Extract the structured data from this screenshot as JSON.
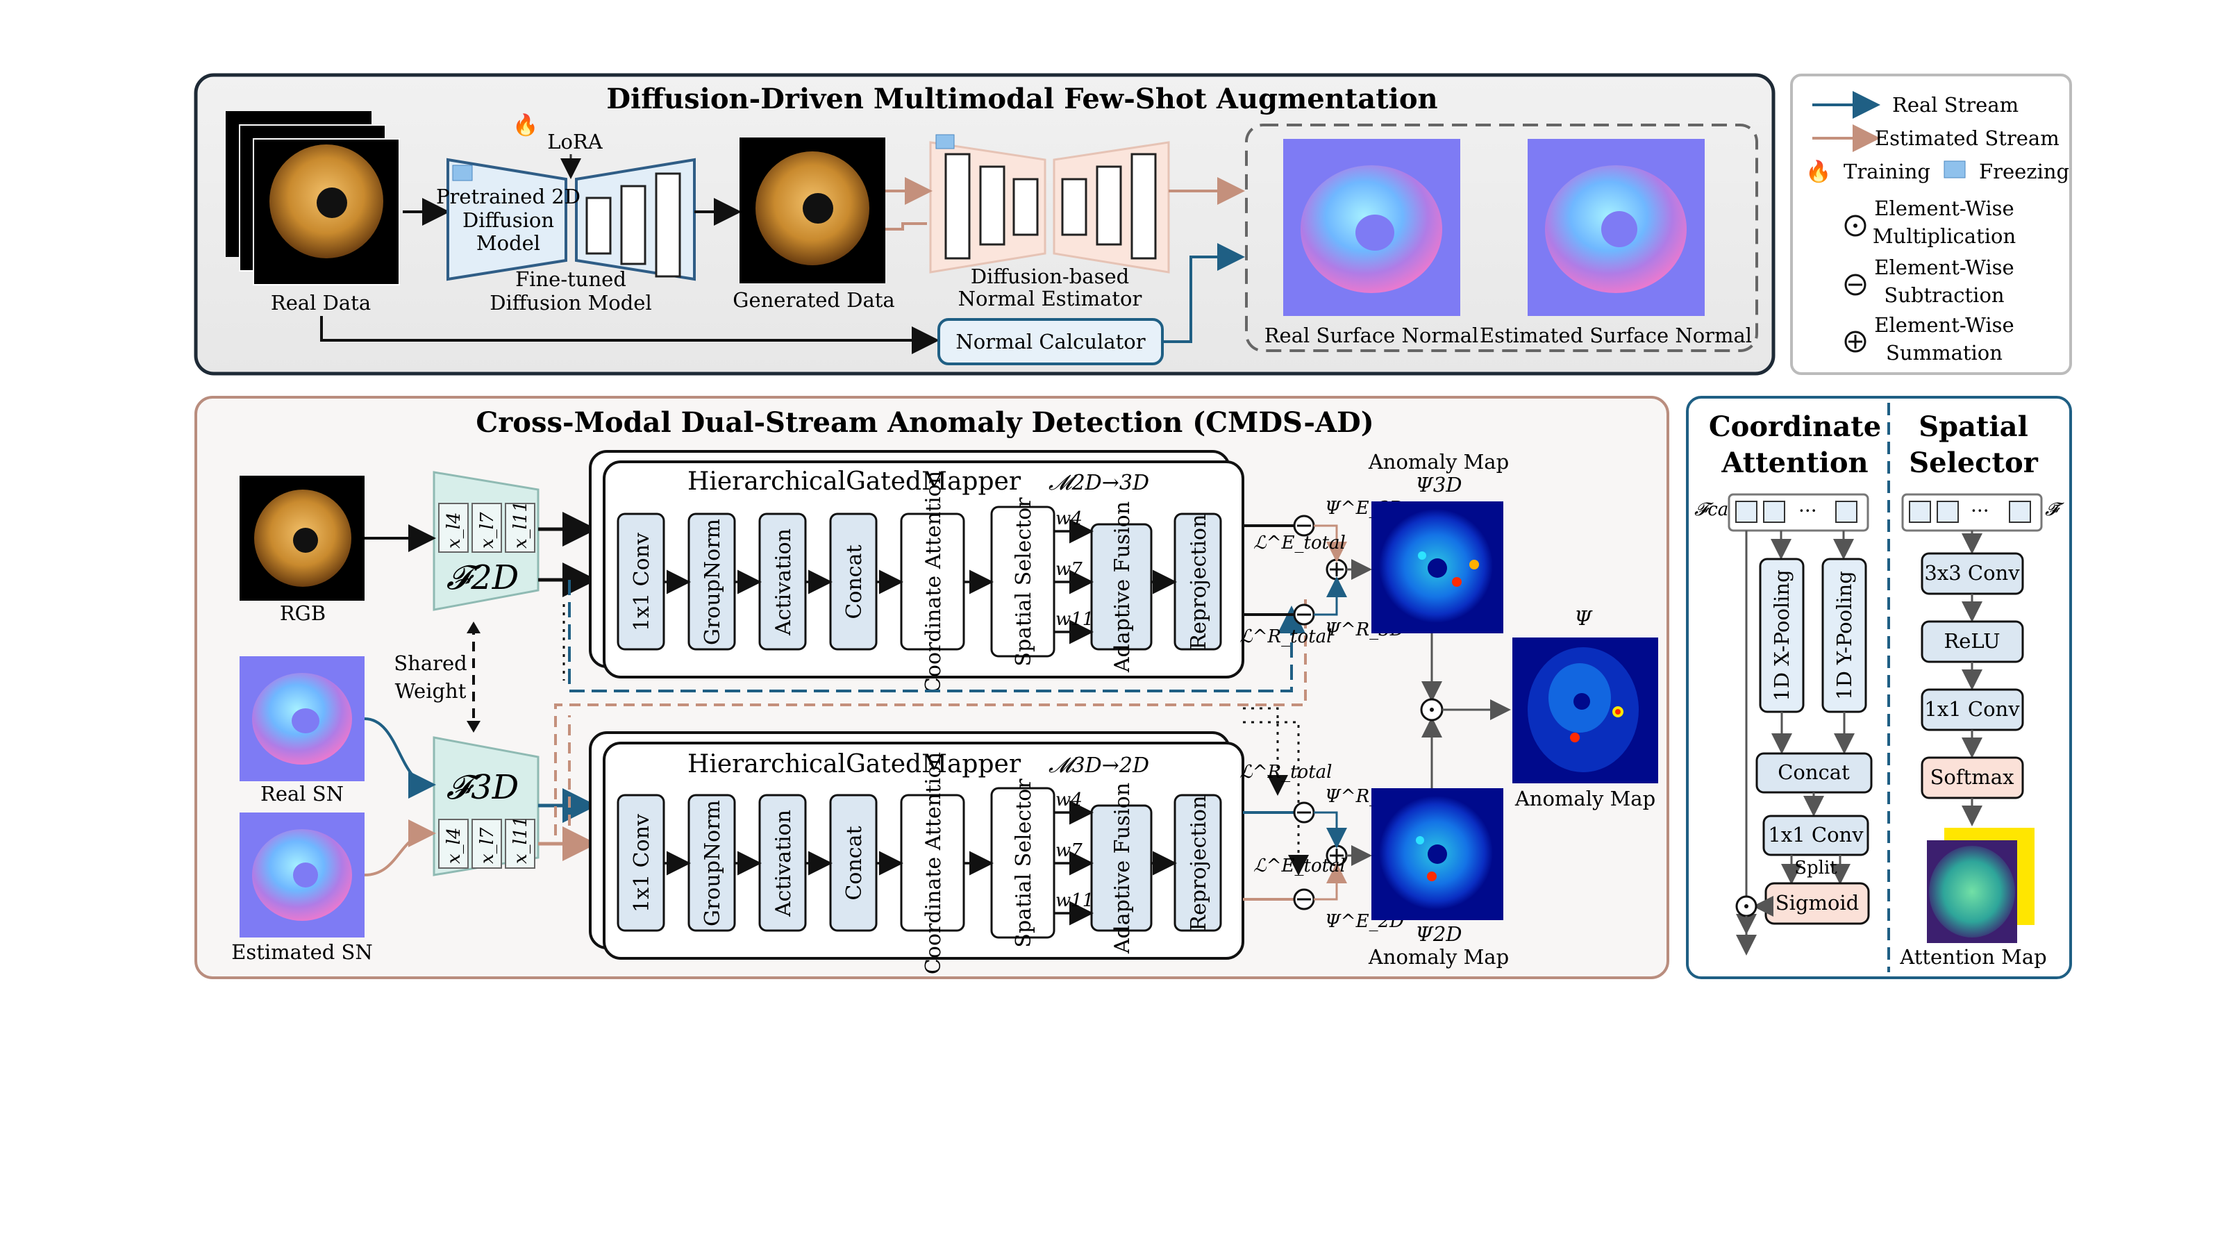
{
  "top_panel": {
    "title": "Diffusion-Driven Multimodal Few-Shot Augmentation",
    "real_data": "Real Data",
    "lora": "LoRA",
    "pretrained": [
      "Pretrained 2D",
      "Diffusion",
      "Model"
    ],
    "finetuned": [
      "Fine-tuned",
      "Diffusion Model"
    ],
    "generated_data": "Generated Data",
    "normal_estimator": [
      "Diffusion-based",
      "Normal Estimator"
    ],
    "normal_calculator": "Normal Calculator",
    "real_surface_normal": "Real Surface Normal",
    "estimated_surface_normal": "Estimated Surface Normal"
  },
  "legend": {
    "real_stream": "Real Stream",
    "estimated_stream": "Estimated Stream",
    "training": "Training",
    "freezing": "Freezing",
    "mult": [
      "Element-Wise",
      "Multiplication"
    ],
    "sub": [
      "Element-Wise",
      "Subtraction"
    ],
    "sum": [
      "Element-Wise",
      "Summation"
    ],
    "colors": {
      "real": "#1f5f84",
      "estimated": "#c4907c"
    }
  },
  "main_panel": {
    "title": "Cross-Modal Dual-Stream Anomaly Detection (CMDS-AD)",
    "rgb": "RGB",
    "real_sn": "Real SN",
    "estimated_sn": "Estimated SN",
    "shared_weight": [
      "Shared",
      "Weight"
    ],
    "f2d": "𝓕2D",
    "f3d": "𝓕3D",
    "layers": [
      "x_l4",
      "x_l7",
      "x_l11"
    ],
    "mapper_title": "HierarchicalGatedMapper",
    "mapper_top_sym": "𝓜2D→3D",
    "mapper_bottom_sym": "𝓜3D→2D",
    "blocks": [
      "1x1 Conv",
      "GroupNorm",
      "Activation",
      "Concat",
      "Coordinate Attention",
      "Spatial Selector",
      "Adaptive Fusion",
      "Reprojection"
    ],
    "weights": [
      "w4",
      "w7",
      "w11"
    ],
    "anomaly_map": "Anomaly Map",
    "psi_3d": "Ψ3D",
    "psi_2d": "Ψ2D",
    "psi": "Ψ",
    "psi_3d_e": "Ψ^E_3D",
    "psi_3d_r": "Ψ^R_3D",
    "psi_2d_r": "Ψ^R_2D",
    "psi_2d_e": "Ψ^E_2D",
    "loss_e": "ℒ^E_total",
    "loss_r": "ℒ^R_total"
  },
  "coord_panel": {
    "title": [
      "Coordinate",
      "Attention"
    ],
    "fcat": "𝓕cat",
    "x_pool": "1D X-Pooling",
    "y_pool": "1D Y-Pooling",
    "concat": "Concat",
    "conv": "1x1 Conv",
    "split": "Split",
    "sigmoid": "Sigmoid"
  },
  "spatial_panel": {
    "title": [
      "Spatial",
      "Selector"
    ],
    "fbar": "𝓕̄",
    "conv3": "3x3 Conv",
    "relu": "ReLU",
    "conv1": "1x1 Conv",
    "softmax": "Softmax",
    "attention_map": "Attention Map"
  }
}
